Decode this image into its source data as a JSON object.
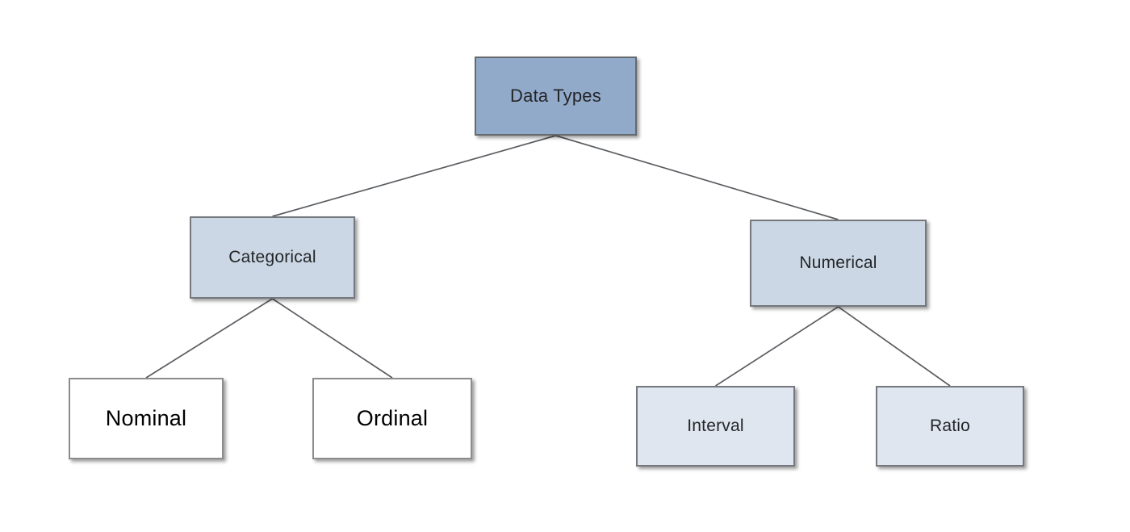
{
  "diagram": {
    "type": "tree",
    "nodes": {
      "root": {
        "label": "Data Types",
        "level": 0
      },
      "categorical": {
        "label": "Categorical",
        "level": 1,
        "parent": "root"
      },
      "numerical": {
        "label": "Numerical",
        "level": 1,
        "parent": "root"
      },
      "nominal": {
        "label": "Nominal",
        "level": 2,
        "parent": "categorical"
      },
      "ordinal": {
        "label": "Ordinal",
        "level": 2,
        "parent": "categorical"
      },
      "interval": {
        "label": "Interval",
        "level": 2,
        "parent": "numerical"
      },
      "ratio": {
        "label": "Ratio",
        "level": 2,
        "parent": "numerical"
      }
    },
    "edges": [
      {
        "from": "root",
        "to": "categorical"
      },
      {
        "from": "root",
        "to": "numerical"
      },
      {
        "from": "categorical",
        "to": "nominal"
      },
      {
        "from": "categorical",
        "to": "ordinal"
      },
      {
        "from": "numerical",
        "to": "interval"
      },
      {
        "from": "numerical",
        "to": "ratio"
      }
    ],
    "colors": {
      "root_fill": "#92AAC9",
      "branch_fill": "#CBD7E4",
      "leaf_light_fill": "#E0E6EF",
      "leaf_white_fill": "#FFFFFF",
      "border_dark": "#66696D",
      "border_mid": "#75787C",
      "border_light": "#8C8C8C",
      "edge_line": "#5A5D61",
      "text_dark": "#232629",
      "text_black": "#000000"
    }
  }
}
